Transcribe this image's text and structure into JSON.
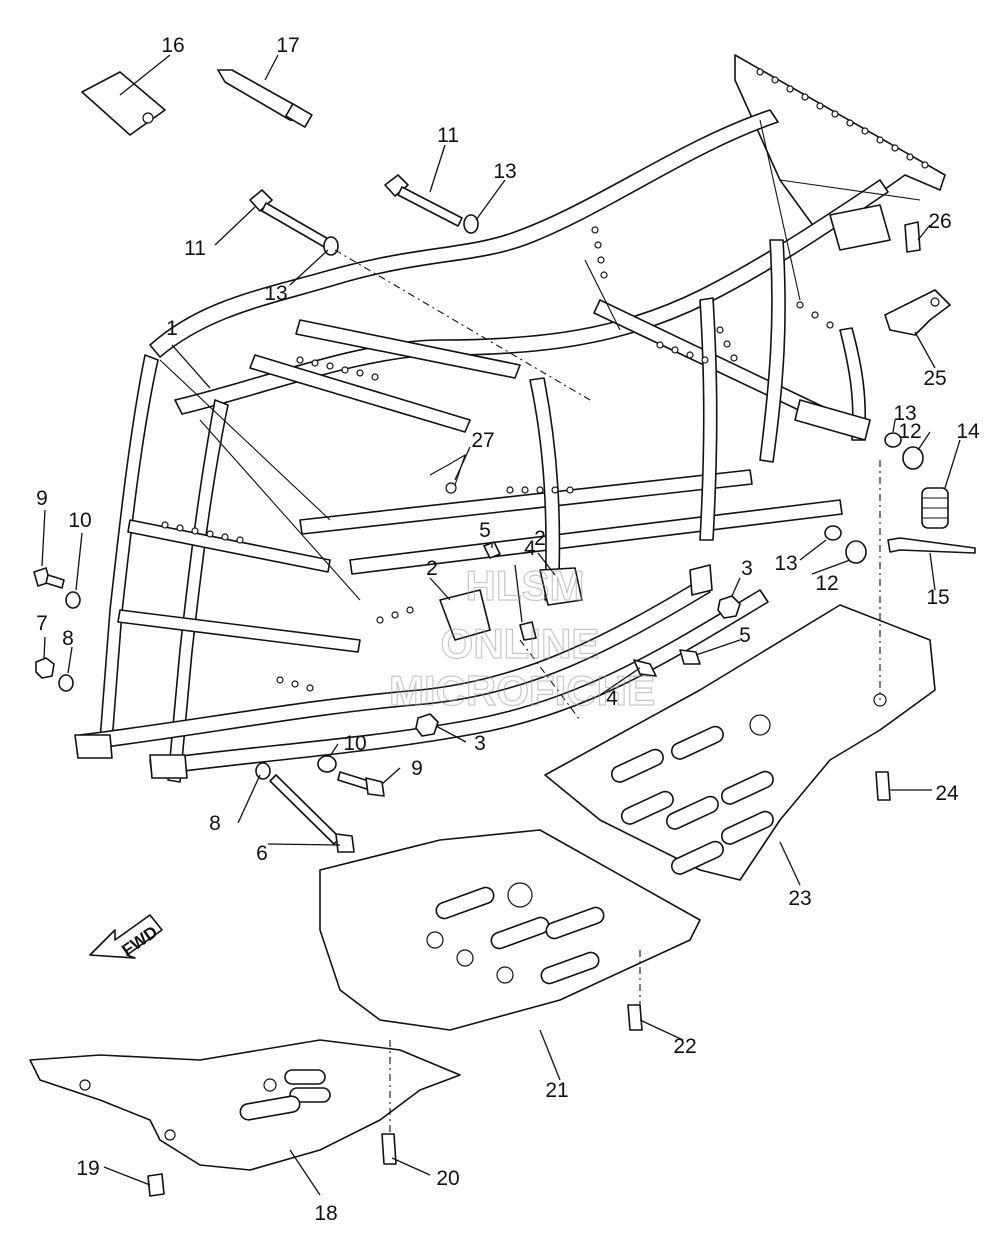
{
  "diagram": {
    "part_numbers": [
      "1",
      "2",
      "2",
      "3",
      "3",
      "4",
      "4",
      "5",
      "5",
      "6",
      "7",
      "8",
      "8",
      "9",
      "9",
      "10",
      "10",
      "11",
      "11",
      "12",
      "12",
      "13",
      "13",
      "13",
      "13",
      "14",
      "15",
      "16",
      "17",
      "18",
      "19",
      "20",
      "21",
      "22",
      "23",
      "24",
      "25",
      "26",
      "27"
    ],
    "direction_label": "FWD",
    "watermark": {
      "line1": "HLSM",
      "line2": "ONLINE",
      "line3": "MICROFICHE"
    }
  }
}
